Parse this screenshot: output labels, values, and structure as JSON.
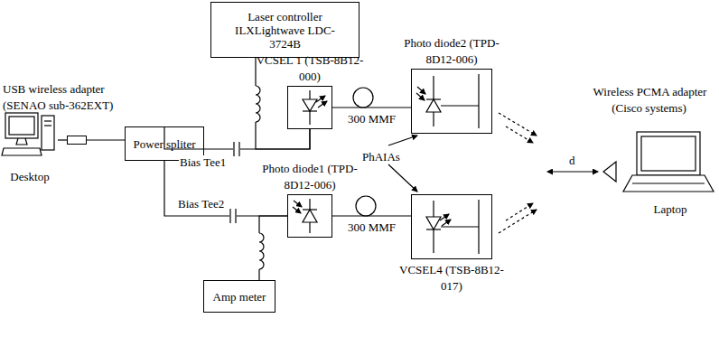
{
  "diagram": {
    "nodes": [
      {
        "text": [
          "Laser controller ILXLightwave LDC-3724B"
        ]
      },
      {
        "text": [
          "USB wireless adapter (SENAO sub-362EXT)"
        ]
      },
      {
        "text": [
          "Desktop"
        ]
      },
      {
        "text": [
          "VCSEL 1 (TSB-8B12-000)"
        ]
      },
      {
        "text": [
          "Photo diode2 (TPD-8D12-006)"
        ]
      },
      {
        "text": [
          "Laptop"
        ]
      },
      {
        "text": [
          "Power spliter"
        ]
      },
      {
        "text": [
          "Photo diode1 (TPD-8D12-006)"
        ]
      },
      {
        "text": [
          "VCSEL4 (TSB-8B12-017)"
        ]
      },
      {
        "text": [
          "Amp meter"
        ]
      }
    ],
    "edges": [
      {
        "from": 2,
        "to": 1,
        "arrow": "none"
      },
      {
        "from": 1,
        "to": 6,
        "arrow": "none"
      },
      {
        "from": 6,
        "to": 3,
        "arrow": "none"
      },
      {
        "from": 0,
        "to": 3,
        "arrow": "none"
      },
      {
        "from": 3,
        "to": 4,
        "label": "300 MMF",
        "arrow": "none"
      },
      {
        "from": 6,
        "to": 7,
        "arrow": "none"
      },
      {
        "from": 9,
        "to": 7,
        "arrow": "none"
      },
      {
        "from": 7,
        "to": 8,
        "label": "300 MMF",
        "arrow": "none"
      }
    ],
    "labels": [
      "Bias Tee1",
      "Bias Tee2",
      "PhAIAs",
      "d",
      "Wireless PCMA adapter (Cisco systems)"
    ]
  }
}
